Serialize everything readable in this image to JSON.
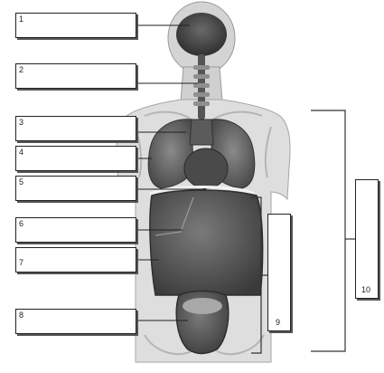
{
  "labels": [
    {
      "number": "1",
      "answer": ""
    },
    {
      "number": "2",
      "answer": ""
    },
    {
      "number": "3",
      "answer": ""
    },
    {
      "number": "4",
      "answer": ""
    },
    {
      "number": "5",
      "answer": ""
    },
    {
      "number": "6",
      "answer": ""
    },
    {
      "number": "7",
      "answer": ""
    },
    {
      "number": "8",
      "answer": ""
    },
    {
      "number": "9",
      "answer": ""
    },
    {
      "number": "10",
      "answer": ""
    }
  ],
  "colors": {
    "torso": "#dcdcdc",
    "organ_dark": "#4d4d4d",
    "organ_mid": "#6e6e6e",
    "bone": "#bdbdbd",
    "line": "#222222"
  }
}
